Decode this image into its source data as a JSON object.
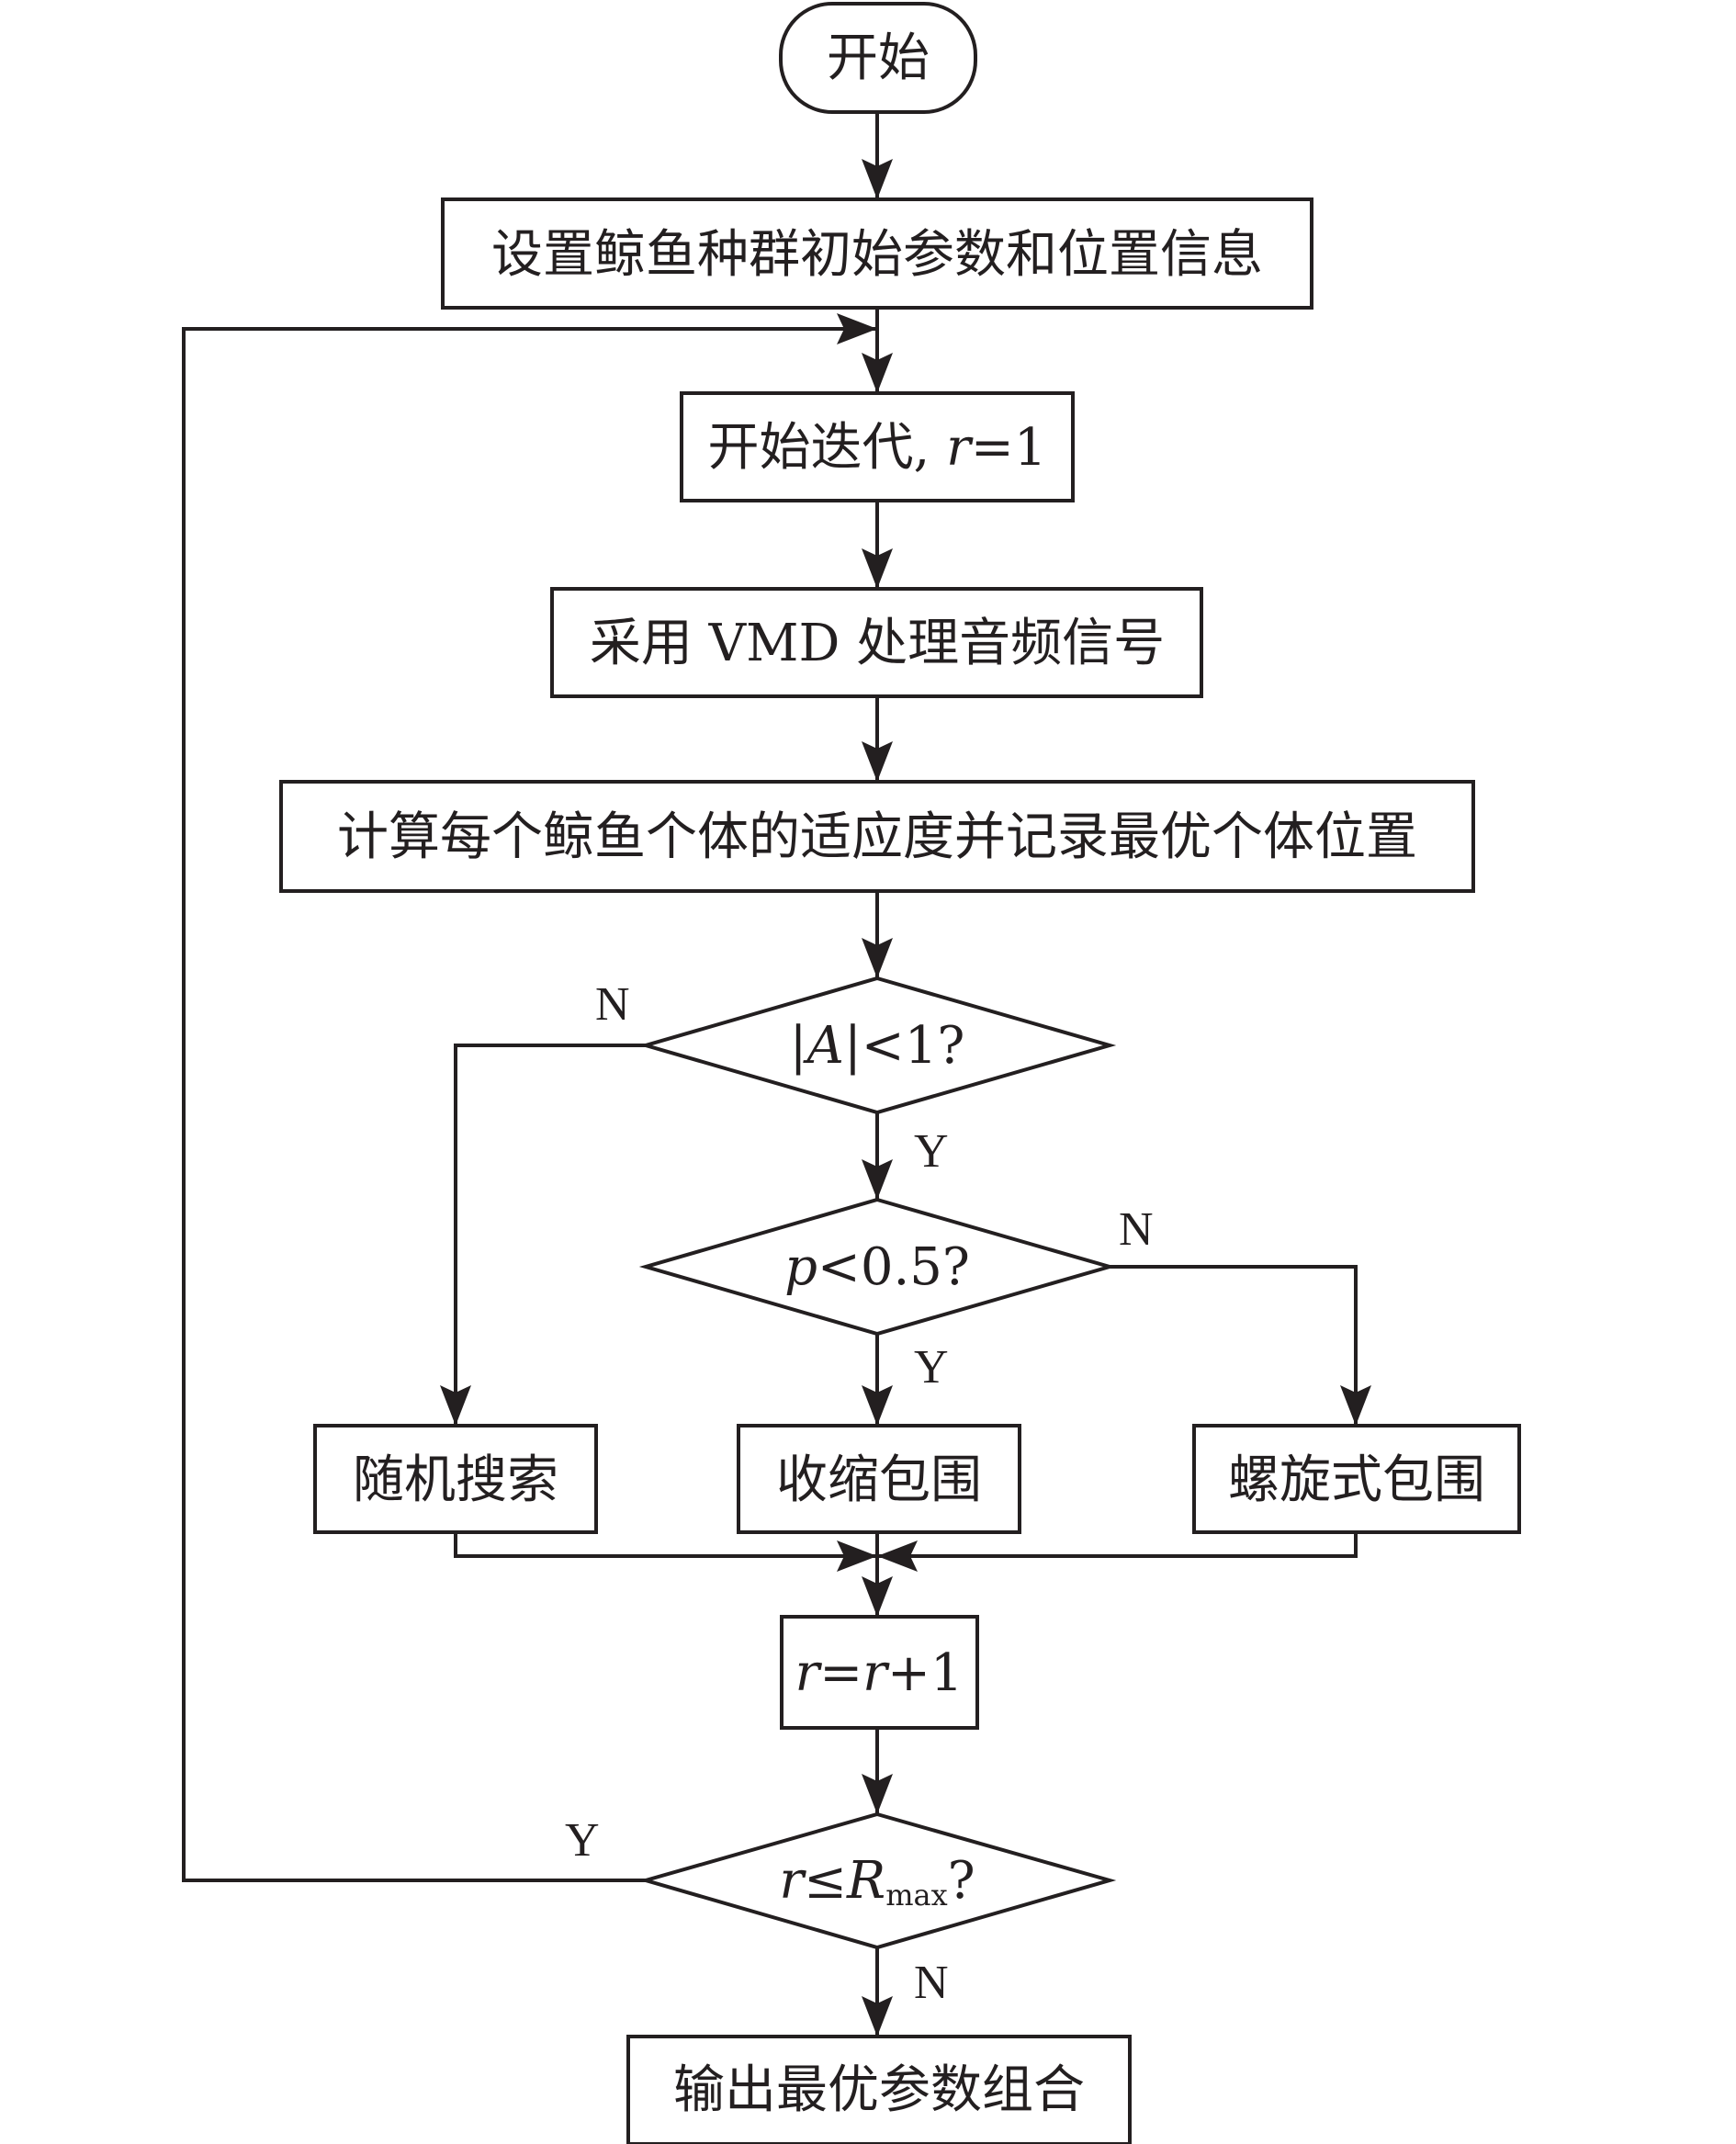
{
  "nodes": {
    "start": "开始",
    "init": "设置鲸鱼种群初始参数和位置信息",
    "iter_prefix": "开始迭代, ",
    "iter_var": "r",
    "iter_eq": "=1",
    "vmd": "采用 VMD 处理音频信号",
    "fitness": "计算每个鲸鱼个体的适应度并记录最优个体位置",
    "cond_a": {
      "open": "|",
      "var": "A",
      "rest": "|<1?"
    },
    "cond_p": {
      "var": "p",
      "rest": "<0.5?"
    },
    "random_search": "随机搜索",
    "shrink": "收缩包围",
    "spiral": "螺旋式包围",
    "update": {
      "var1": "r",
      "eq": "=",
      "var2": "r",
      "rest": "+1"
    },
    "cond_r": {
      "var": "r",
      "le": "≤",
      "R": "R",
      "sub": "max",
      "q": "?"
    },
    "output": "输出最优参数组合"
  },
  "branch_labels": {
    "a_no": "N",
    "a_yes": "Y",
    "p_no": "N",
    "p_yes": "Y",
    "r_yes": "Y",
    "r_no": "N"
  },
  "colors": {
    "stroke": "#231f20",
    "background": "#ffffff"
  }
}
